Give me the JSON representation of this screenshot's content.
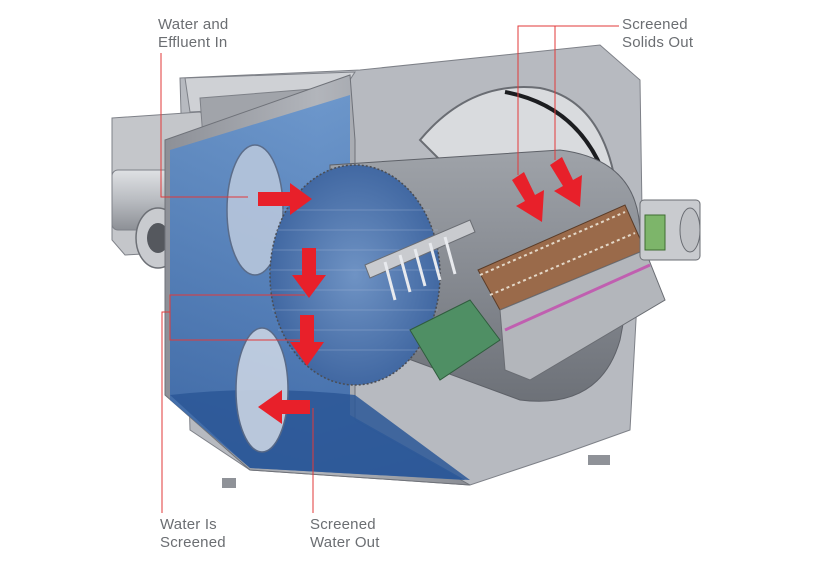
{
  "labels": {
    "inlet": {
      "line1": "Water and",
      "line2": "Effluent In"
    },
    "solids_out": {
      "line1": "Screened",
      "line2": "Solids Out"
    },
    "water_screened": {
      "line1": "Water Is",
      "line2": "Screened"
    },
    "water_out": {
      "line1": "Screened",
      "line2": "Water Out"
    }
  },
  "colors": {
    "leader_line": "#e2393a",
    "flow_arrow": "#e8202a",
    "water": "#3c73b8",
    "housing": "#a9acb2",
    "drum": "#8f939a",
    "label_text": "#6b6e72"
  }
}
